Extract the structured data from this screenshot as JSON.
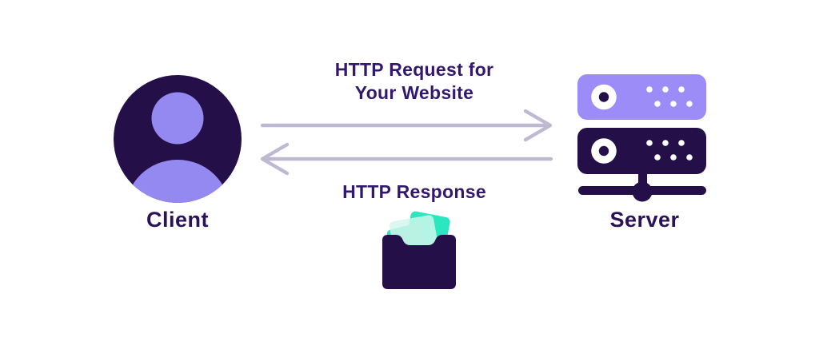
{
  "client": {
    "label": "Client"
  },
  "server": {
    "label": "Server"
  },
  "arrows": {
    "request": {
      "line1": "HTTP Request for",
      "line2": "Your Website",
      "direction": "right"
    },
    "response": {
      "label": "HTTP Response",
      "direction": "left"
    }
  },
  "icons": {
    "client": "person-avatar-icon",
    "server": "server-rack-stack-icon",
    "payload": "folder-with-files-icon",
    "request": "arrow-right-icon",
    "response": "arrow-left-icon"
  },
  "colors": {
    "background": "#ffffff",
    "dark_purple": "#250f49",
    "lavender": "#9b8cf7",
    "avatar_lavender": "#9489f1",
    "arrow_gray": "#beb8d1",
    "label_text": "#2b1258",
    "heading_text": "#33186e",
    "teal": "#2be7c0",
    "teal_medium": "#49dcb8",
    "mint": "#d2f6eb",
    "white": "#ffffff"
  }
}
